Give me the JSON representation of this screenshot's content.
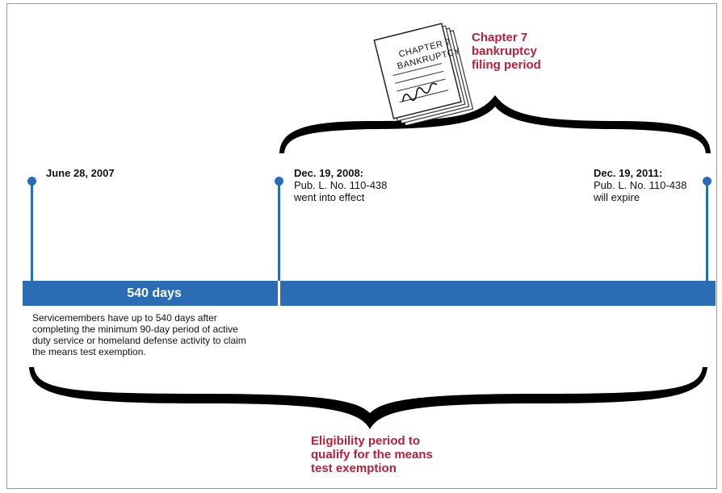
{
  "document_icon": {
    "title_line1": "CHAPTER 7",
    "title_line2": "BANKRUPTCY"
  },
  "top_label": {
    "line1": "Chapter 7",
    "line2": "bankruptcy",
    "line3": "filing period"
  },
  "events": [
    {
      "date": "June 28, 2007"
    },
    {
      "date": "Dec. 19, 2008:",
      "line1": "Pub. L. No. 110-438",
      "line2": "went into effect"
    },
    {
      "date": "Dec. 19, 2011:",
      "line1": "Pub. L. No. 110-438",
      "line2": "will expire"
    }
  ],
  "bar": {
    "label": "540 days"
  },
  "explanation": {
    "line1": "Servicemembers have up to 540 days after",
    "line2": "completing the minimum 90-day period of active",
    "line3": "duty service or homeland defense activity to claim",
    "line4": "the means test exemption."
  },
  "bottom_label": {
    "line1": "Eligibility period to",
    "line2": "qualify for the means",
    "line3": "test exemption"
  },
  "colors": {
    "timeline_blue": "#2a6db5",
    "label_red": "#b5213b",
    "brace": "#000000"
  }
}
